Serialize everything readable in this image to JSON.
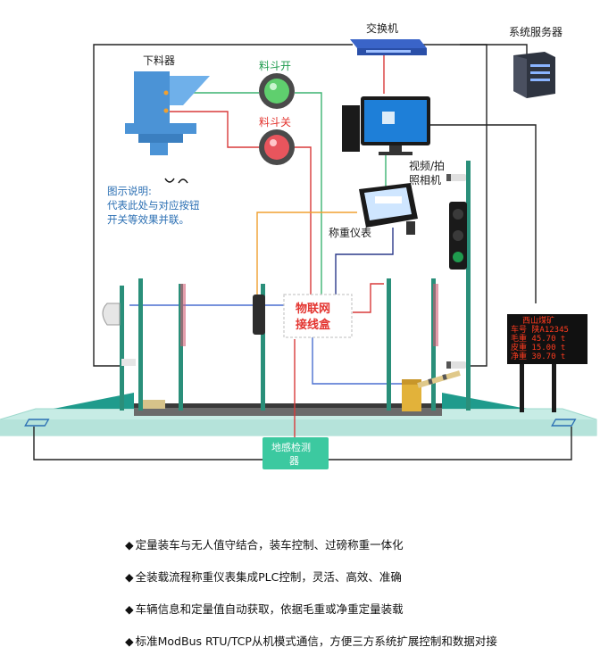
{
  "labels": {
    "switch": "交换机",
    "server": "系统服务器",
    "feeder": "下料器",
    "hopper_open": "料斗开",
    "hopper_close": "料斗关",
    "legend_line1": "图示说明:",
    "legend_line2": "代表此处与对应按钮",
    "legend_line3": "开关等效果并联。",
    "camera_line1": "视频/拍",
    "camera_line2": "照相机",
    "scale_indicator": "称重仪表",
    "iot_box_line1": "物联网",
    "iot_box_line2": "接线盒",
    "ground_sensor_line1": "地感检测",
    "ground_sensor_line2": "器"
  },
  "led_display": {
    "rows": [
      "西山煤矿",
      "车号 陕A12345",
      "毛重 45.70 t",
      "皮重 15.00 t",
      "净重 30.70 t"
    ]
  },
  "features": [
    "定量装车与无人值守结合，装车控制、过磅称重一体化",
    "全装载流程称重仪表集成PLC控制，灵活、高效、准确",
    "车辆信息和定量值自动获取，依据毛重或净重定量装载",
    "标准ModBus RTU/TCP从机模式通信，方便三方系统扩展控制和数据对接"
  ],
  "feature_bullet": "◆",
  "colors": {
    "wire_black": "#222222",
    "wire_red": "#d93a3a",
    "wire_green": "#3cb371",
    "wire_blue": "#4a6fd0",
    "wire_orange": "#f0a030",
    "post_teal": "#2a8f7a",
    "platform": "#bfe8e0",
    "sensor_box": "#3cc9a0"
  }
}
